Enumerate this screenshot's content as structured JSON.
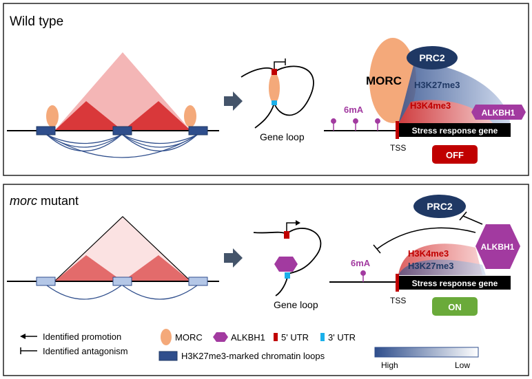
{
  "panels": {
    "top": {
      "title": "Wild type",
      "gene_loop_label": "Gene loop",
      "morc_label": "MORC",
      "prc2_label": "PRC2",
      "h3k27_label": "H3K27me3",
      "h3k4_label": "H3K4me3",
      "alkbh1_label": "ALKBH1",
      "sixma_label": "6mA",
      "gene_label": "Stress response gene",
      "tss_label": "TSS",
      "state_label": "OFF",
      "state_color": "#c00000"
    },
    "bottom": {
      "title_italic": "morc",
      "title_rest": " mutant",
      "gene_loop_label": "Gene loop",
      "prc2_label": "PRC2",
      "h3k4_label": "H3K4me3",
      "h3k27_label": "H3K27me3",
      "alkbh1_label": "ALKBH1",
      "sixma_label": "6mA",
      "gene_label": "Stress response gene",
      "tss_label": "TSS",
      "state_label": "ON",
      "state_color": "#6aaa3a"
    }
  },
  "legend": {
    "promotion": "Identified promotion",
    "antagonism": "Identified antagonism",
    "morc": "MORC",
    "alkbh1": "ALKBH1",
    "utr5": "5' UTR",
    "utr3": "3' UTR",
    "loops": "H3K27me3-marked chromatin loops",
    "gradient_high": "High",
    "gradient_low": "Low"
  },
  "colors": {
    "morc": "#f4a97a",
    "alkbh1": "#a23aa0",
    "prc2": "#1f3864",
    "utr5": "#c00000",
    "utr3": "#1ab0ea",
    "loop_box_dark": "#2f4e8c",
    "loop_box_light": "#b4c7e7",
    "arrow": "#44546a"
  }
}
